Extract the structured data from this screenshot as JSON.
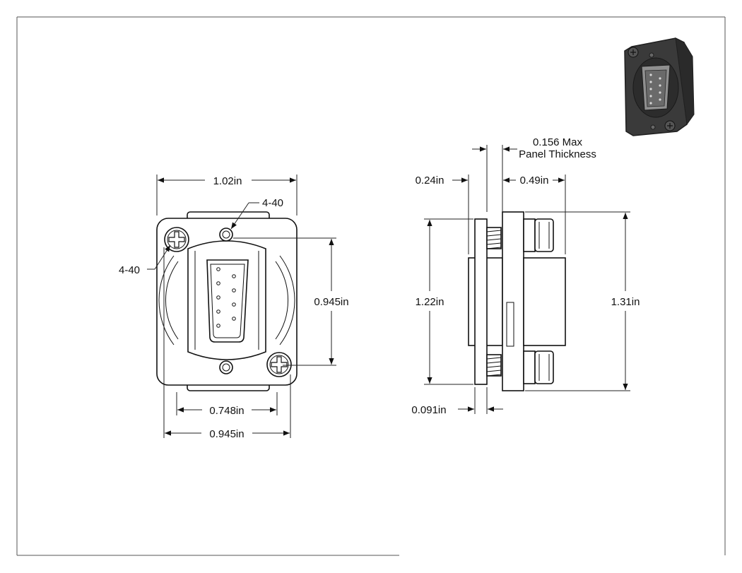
{
  "front_view": {
    "dims": {
      "overall_width": "1.02in",
      "hole_spacing_vertical": "0.945in",
      "inner_width": "0.748in",
      "hole_spacing_horizontal": "0.945in"
    },
    "thread_top": "4-40",
    "thread_left": "4-40"
  },
  "side_view": {
    "dims": {
      "max_panel_line1": "0.156 Max",
      "max_panel_line2": "Panel Thickness",
      "rear_depth": "0.24in",
      "front_depth": "0.49in",
      "flange_height": "1.22in",
      "overall_height": "1.31in",
      "flange_thickness": "0.091in"
    }
  },
  "colors": {
    "line": "#111111",
    "frame": "#555555",
    "thumb_body": "#3a3a3a",
    "thumb_dark": "#1f1f1f"
  }
}
